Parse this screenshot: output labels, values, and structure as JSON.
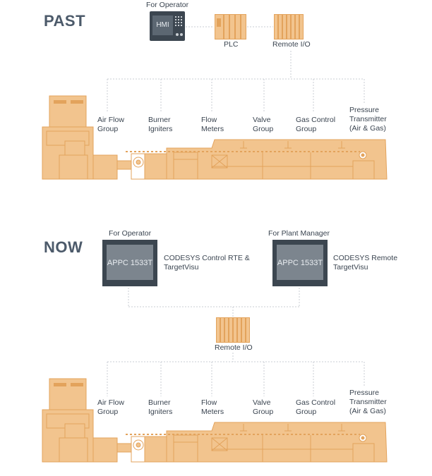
{
  "colors": {
    "accent": "#f2c48e",
    "accent_stroke": "#e3a35c",
    "line": "#c9ced3",
    "panel": "#3c4650",
    "heading": "#4c5a6a"
  },
  "past": {
    "title": "PAST",
    "hmi": {
      "top_label": "For Operator",
      "screen_text": "HMI"
    },
    "plc_label": "PLC",
    "remote_io_label": "Remote I/O",
    "groups": [
      {
        "line1": "Air Flow",
        "line2": "Group",
        "line3": ""
      },
      {
        "line1": "Burner",
        "line2": "Igniters",
        "line3": ""
      },
      {
        "line1": "Flow",
        "line2": "Meters",
        "line3": ""
      },
      {
        "line1": "Valve",
        "line2": "Group",
        "line3": ""
      },
      {
        "line1": "Gas Control",
        "line2": "Group",
        "line3": ""
      },
      {
        "line1": "Pressure",
        "line2": "Transmitter",
        "line3": "(Air & Gas)"
      }
    ]
  },
  "now": {
    "title": "NOW",
    "operator_panel": {
      "top_label": "For Operator",
      "screen_text": "APPC 1533T",
      "side_line1": "CODESYS Control RTE &",
      "side_line2": "TargetVisu"
    },
    "manager_panel": {
      "top_label": "For Plant Manager",
      "screen_text": "APPC 1533T",
      "side_line1": "CODESYS Remote",
      "side_line2": "TargetVisu"
    },
    "remote_io_label": "Remote I/O",
    "groups": [
      {
        "line1": "Air Flow",
        "line2": "Group",
        "line3": ""
      },
      {
        "line1": "Burner",
        "line2": "Igniters",
        "line3": ""
      },
      {
        "line1": "Flow",
        "line2": "Meters",
        "line3": ""
      },
      {
        "line1": "Valve",
        "line2": "Group",
        "line3": ""
      },
      {
        "line1": "Gas Control",
        "line2": "Group",
        "line3": ""
      },
      {
        "line1": "Pressure",
        "line2": "Transmitter",
        "line3": "(Air & Gas)"
      }
    ]
  }
}
